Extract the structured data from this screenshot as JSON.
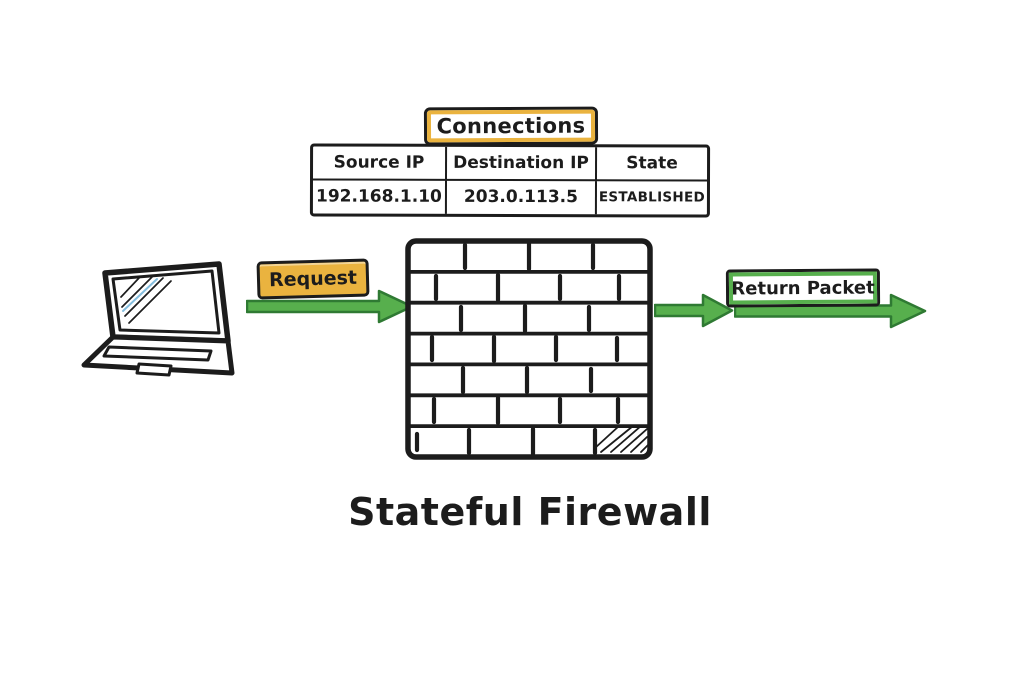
{
  "diagram": {
    "caption": "Stateful Firewall",
    "connections": {
      "title": "Connections",
      "headers": [
        "Source IP",
        "Destination IP",
        "State"
      ],
      "rows": [
        [
          "192.168.1.10",
          "203.0.113.5",
          "ESTABLISHED"
        ]
      ]
    },
    "flow": {
      "request_label": "Request",
      "return_label": "Return Packet"
    }
  },
  "colors": {
    "ink": "#1C1C1C",
    "accent_gold": "#EAB33F",
    "arrow_green": "#57AF4D",
    "arrow_green_dark": "#2F7A33",
    "background": "#FFFFFF"
  }
}
